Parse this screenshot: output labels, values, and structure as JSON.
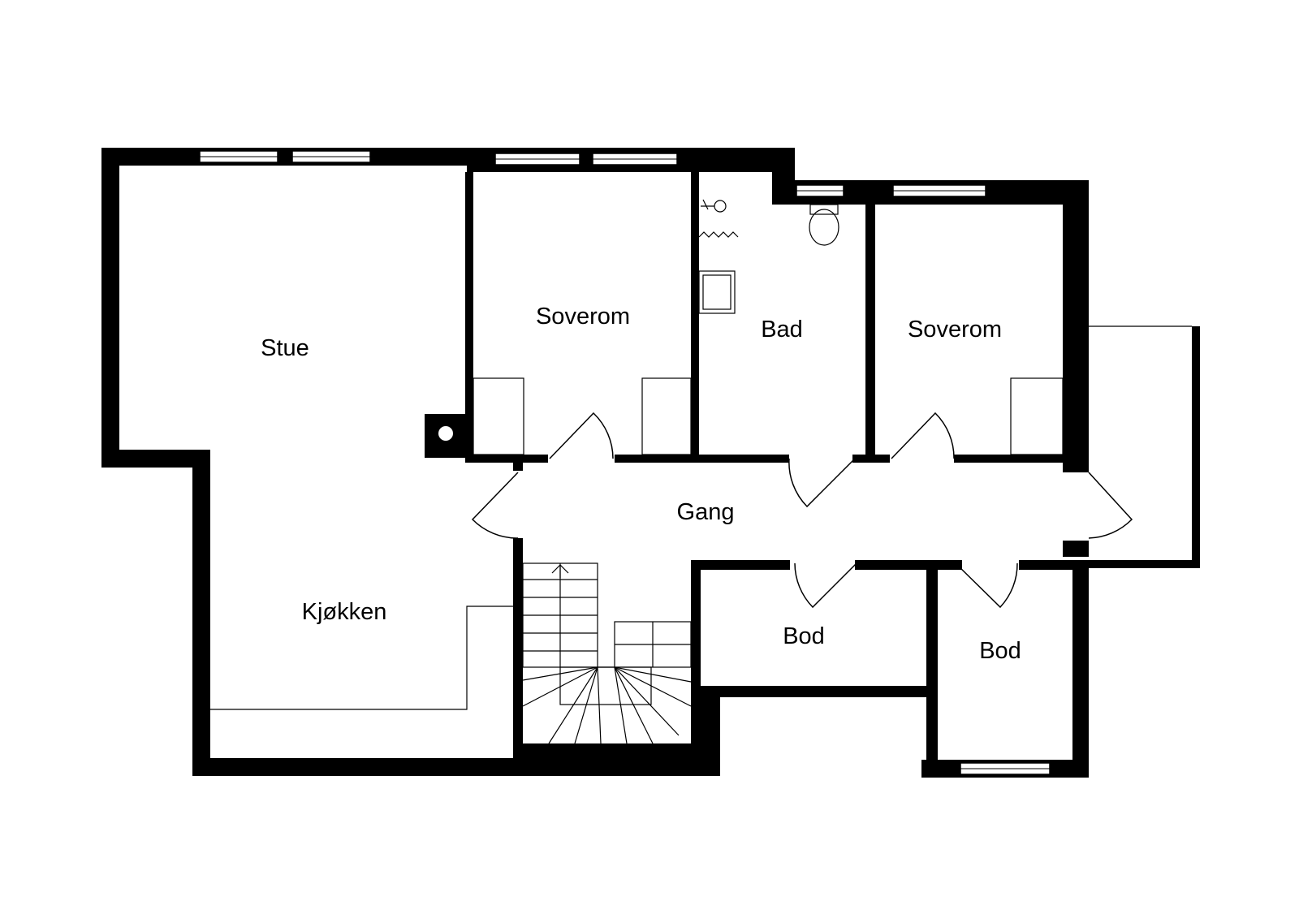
{
  "colors": {
    "wall": "#000000",
    "line": "#000000",
    "background": "#ffffff"
  },
  "rooms": {
    "stue": "Stue",
    "soverom_1": "Soverom",
    "bad": "Bad",
    "soverom_2": "Soverom",
    "gang": "Gang",
    "kjokken": "Kjøkken",
    "bod_1": "Bod",
    "bod_2": "Bod"
  }
}
